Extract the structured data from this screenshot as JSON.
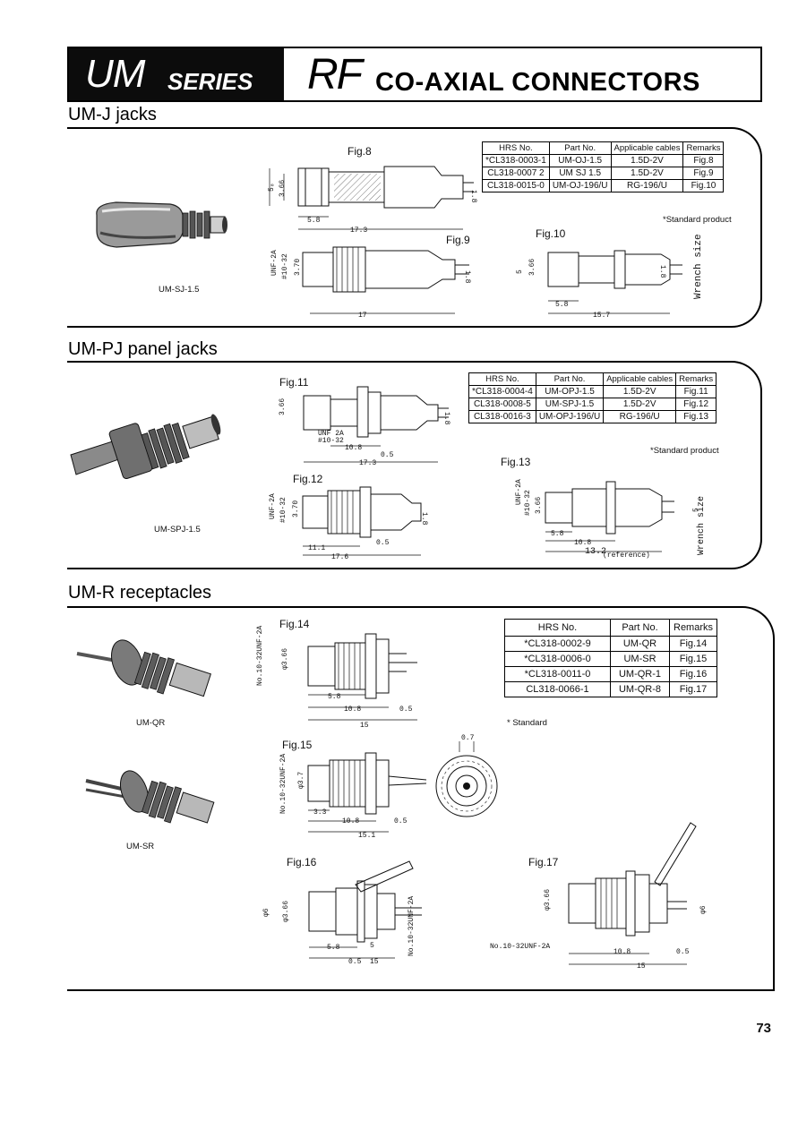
{
  "header": {
    "um": "UM",
    "series": "SERIES",
    "rf": "RF",
    "title": "CO-AXIAL CONNECTORS"
  },
  "sections": {
    "umj": {
      "title": "UM-J jacks",
      "photo_caption": "UM-SJ-1.5",
      "figs": [
        "Fig.8",
        "Fig.9",
        "Fig.10"
      ],
      "table": {
        "headers": [
          "HRS No.",
          "Part No.",
          "Applicable cables",
          "Remarks"
        ],
        "rows": [
          [
            "*CL318-0003-1",
            "UM-OJ-1.5",
            "1.5D-2V",
            "Fig.8"
          ],
          [
            "CL318-0007 2",
            "UM SJ 1.5",
            "1.5D-2V",
            "Fig.9"
          ],
          [
            "CL318-0015-0",
            "UM-OJ-196/U",
            "RG-196/U",
            "Fig.10"
          ]
        ],
        "note": "*Standard product"
      },
      "dims": {
        "fig8": [
          "5₀",
          "3.66",
          "1.8",
          "5.8",
          "17.3"
        ],
        "fig9": [
          "UNF-2A",
          "#10-32",
          "3.70",
          "1.8",
          "17"
        ],
        "fig10": [
          "5",
          "3.66",
          "1.8",
          "5.8",
          "15.7",
          "Wrench size"
        ]
      }
    },
    "umpj": {
      "title": "UM-PJ panel jacks",
      "photo_caption": "UM-SPJ-1.5",
      "figs": [
        "Fig.11",
        "Fig.12",
        "Fig.13"
      ],
      "table": {
        "headers": [
          "HRS No.",
          "Part No.",
          "Applicable cables",
          "Remarks"
        ],
        "rows": [
          [
            "*CL318-0004-4",
            "UM-OPJ-1.5",
            "1.5D-2V",
            "Fig.11"
          ],
          [
            "CL318-0008-5",
            "UM-SPJ-1.5",
            "1.5D-2V",
            "Fig.12"
          ],
          [
            "CL318-0016-3",
            "UM-OPJ-196/U",
            "RG-196/U",
            "Fig.13"
          ]
        ],
        "note": "*Standard product"
      },
      "dims": {
        "fig11": [
          "3.66",
          "UNF 2A",
          "#10-32",
          "10.8",
          "0.5",
          "17.3",
          "1.8"
        ],
        "fig12": [
          "UNF-2A",
          "#10-32",
          "3.70",
          "11.1",
          "0.5",
          "17.6",
          "1.8"
        ],
        "fig13": [
          "UNF-2A",
          "#10-32",
          "3.66",
          "5.8",
          "10.8",
          "13.2",
          "(reference)",
          "Wrench size",
          "5"
        ]
      }
    },
    "umr": {
      "title": "UM-R receptacles",
      "photo_captions": [
        "UM-QR",
        "UM-SR"
      ],
      "figs": [
        "Fig.14",
        "Fig.15",
        "Fig.16",
        "Fig.17"
      ],
      "table": {
        "headers": [
          "HRS No.",
          "Part No.",
          "Remarks"
        ],
        "rows": [
          [
            "*CL318-0002-9",
            "UM-QR",
            "Fig.14"
          ],
          [
            "*CL318-0006-0",
            "UM-SR",
            "Fig.15"
          ],
          [
            "*CL318-0011-0",
            "UM-QR-1",
            "Fig.16"
          ],
          [
            "CL318-0066-1",
            "UM-QR-8",
            "Fig.17"
          ]
        ],
        "note": "* Standard"
      },
      "dims": {
        "fig14": [
          "No.10-32UNF-2A",
          "φ3.66",
          "5.8",
          "10.8",
          "0.5",
          "15"
        ],
        "fig15": [
          "No.10-32UNF-2A",
          "φ3.7",
          "3.3",
          "10.8",
          "0.5",
          "15.1",
          "0.7"
        ],
        "fig16": [
          "φ6",
          "φ3.66",
          "No.10-32UNF-2A",
          "5.8",
          "0.5",
          "15",
          "5"
        ],
        "fig17": [
          "φ3.66",
          "φ6",
          "No.10-32UNF-2A",
          "10.8",
          "0.5",
          "15"
        ]
      }
    }
  },
  "page_number": "73"
}
